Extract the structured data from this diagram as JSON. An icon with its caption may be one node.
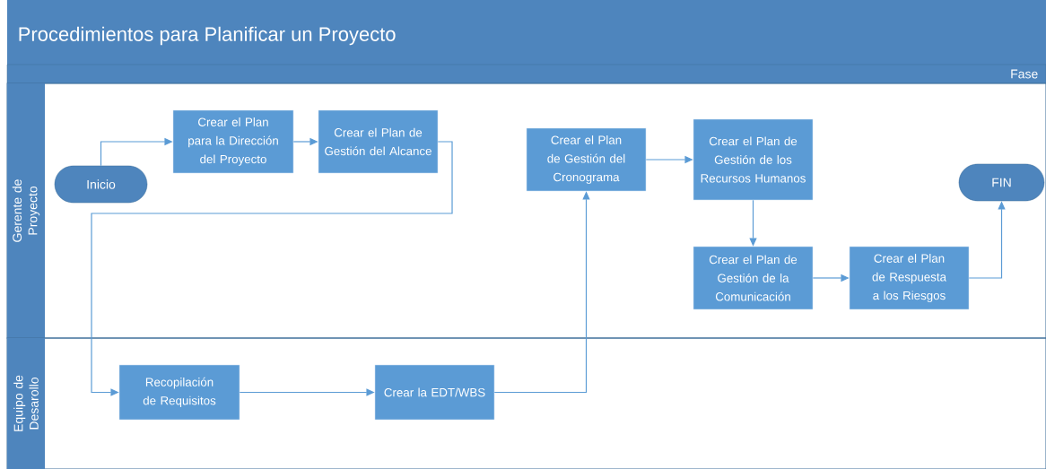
{
  "diagram": {
    "title": "Procedimientos para Planificar un Proyecto",
    "nodes": [
      {
        "text": [
          "Fase"
        ]
      },
      {
        "text": [
          "Gerente de Proyecto"
        ]
      },
      {
        "text": [
          "Equipo de Desarollo"
        ]
      },
      {
        "text": [
          "Inicio"
        ],
        "in": 1
      },
      {
        "text": [
          "Crear el Plan para la Dirección del Proyecto"
        ],
        "in": 1
      },
      {
        "text": [
          "Crear el Plan de Gestión del Alcance"
        ],
        "in": 1
      },
      {
        "text": [
          "Crear el Plan de Gestión del Cronograma"
        ],
        "in": 1
      },
      {
        "text": [
          "Crear el Plan de Gestión de los Recursos Humanos"
        ],
        "in": 1
      },
      {
        "text": [
          "FIN"
        ],
        "in": 1
      },
      {
        "text": [
          "Crear el Plan de Gestión de la Comunicación"
        ],
        "in": 1
      },
      {
        "text": [
          "Crear el Plan de Respuesta a los Riesgos"
        ],
        "in": 1
      },
      {
        "text": [
          "Recopilación de Requisitos"
        ],
        "in": 2
      },
      {
        "text": [
          "Crear la EDT/WBS"
        ],
        "in": 2
      }
    ],
    "edges": [
      {
        "from": 3,
        "to": 4,
        "arrow": "to"
      },
      {
        "from": 4,
        "to": 5,
        "arrow": "to"
      },
      {
        "from": 5,
        "to": 11,
        "arrow": "to"
      },
      {
        "from": 11,
        "to": 12,
        "arrow": "to"
      },
      {
        "from": 12,
        "to": 6,
        "arrow": "to"
      },
      {
        "from": 6,
        "to": 7,
        "arrow": "to"
      },
      {
        "from": 7,
        "to": 9,
        "arrow": "to"
      },
      {
        "from": 9,
        "to": 10,
        "arrow": "to"
      },
      {
        "from": 10,
        "to": 8,
        "arrow": "to"
      }
    ]
  }
}
